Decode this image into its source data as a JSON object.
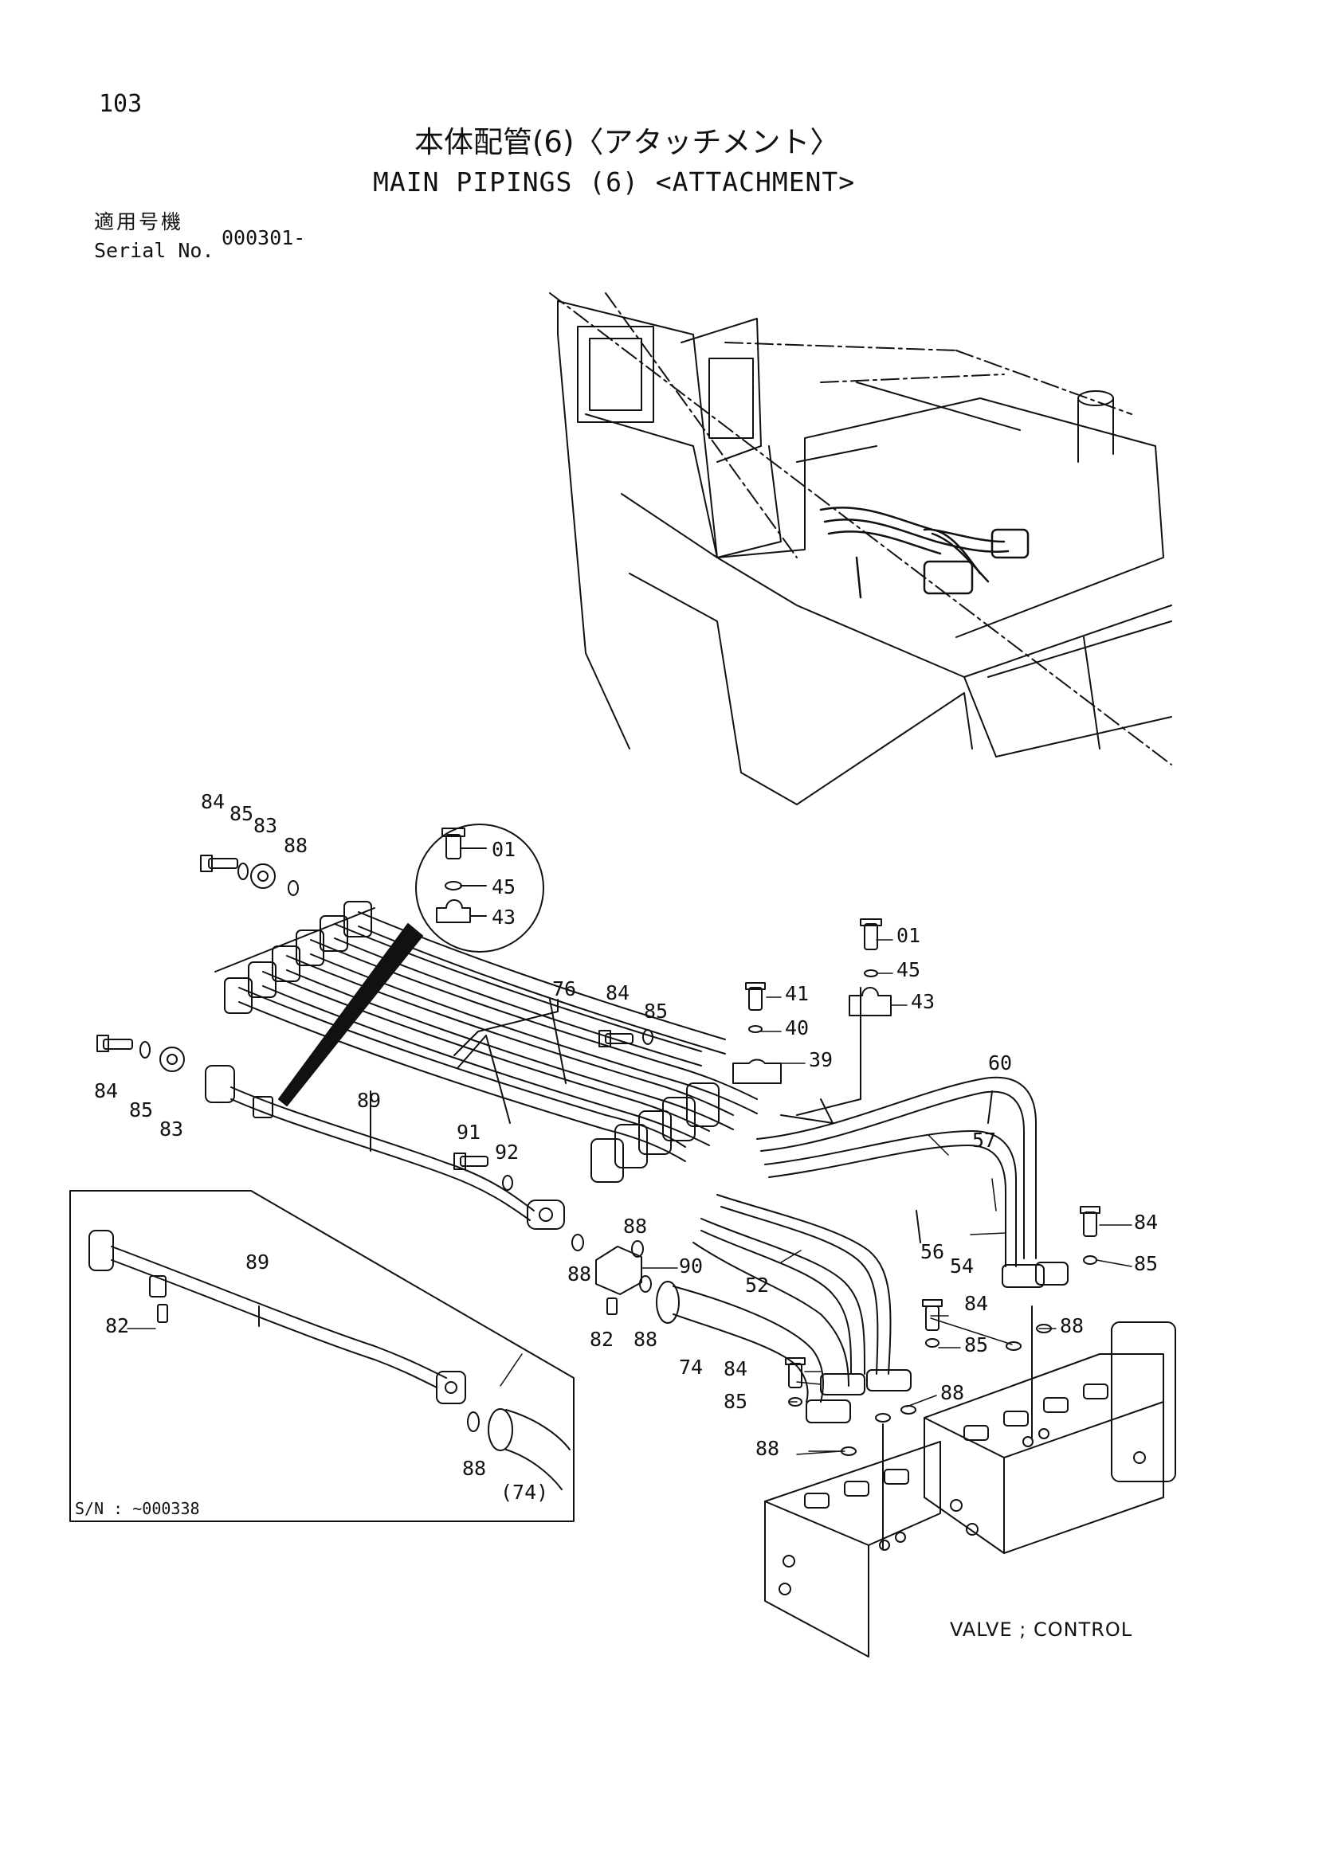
{
  "page_number": "103",
  "title_jp": "本体配管(6)〈アタッチメント〉",
  "title_en": "MAIN PIPINGS (6) <ATTACHMENT>",
  "serial": {
    "label_jp": "適用号機",
    "label_en": "Serial No.",
    "value": "000301-"
  },
  "inset": {
    "serial_label": "S/N : ~000338"
  },
  "callouts": {
    "c84a": "84",
    "c85a": "85",
    "c83a": "83",
    "c88a": "88",
    "c01a": "01",
    "c45a": "45",
    "c43a": "43",
    "c76": "76",
    "c84b": "84",
    "c85b": "85",
    "c01b": "01",
    "c45b": "45",
    "c43b": "43",
    "c41": "41",
    "c40": "40",
    "c39": "39",
    "c60": "60",
    "c57": "57",
    "c84c": "84",
    "c85c": "85",
    "c83c": "83",
    "c89a": "89",
    "c91": "91",
    "c92": "92",
    "c88b": "88",
    "c88c": "88",
    "c90": "90",
    "c82a": "82",
    "c88d": "88",
    "c74": "74",
    "c56": "56",
    "c54": "54",
    "c52": "52",
    "c84d": "84",
    "c85d": "85",
    "c88e": "88",
    "c84e": "84",
    "c85e": "85",
    "c88f": "88",
    "c84f": "84",
    "c85f": "85",
    "c88g": "88",
    "c89b": "89",
    "c82b": "82",
    "c88h": "88",
    "c74p": "(74)"
  },
  "valve_label": "VALVE ; CONTROL"
}
